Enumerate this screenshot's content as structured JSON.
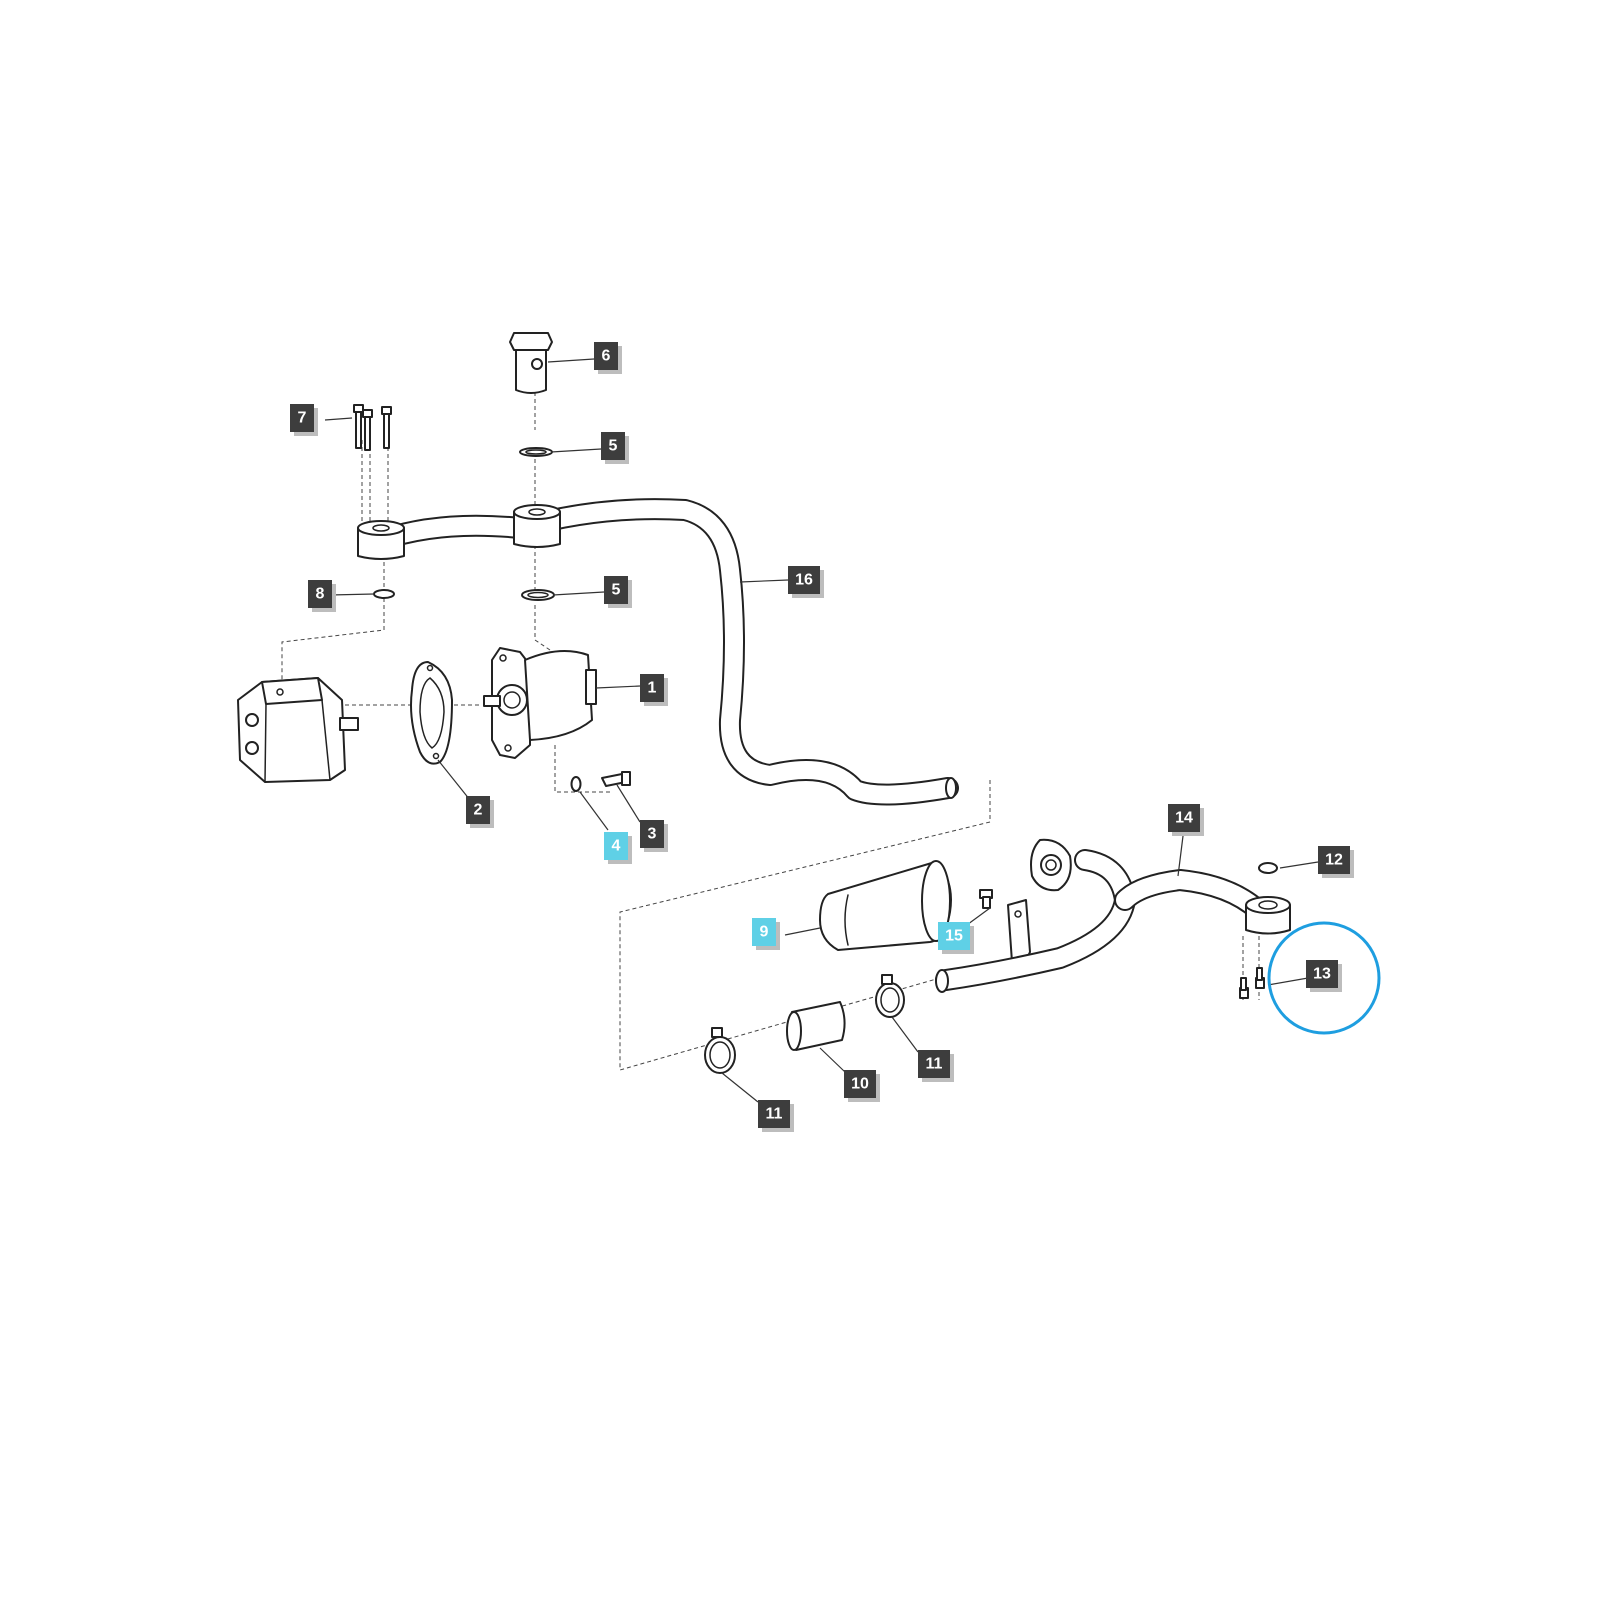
{
  "labels": {
    "l1": "1",
    "l2": "2",
    "l3": "3",
    "l4": "4",
    "l5a": "5",
    "l5b": "5",
    "l6": "6",
    "l7": "7",
    "l8": "8",
    "l9": "9",
    "l10": "10",
    "l11a": "11",
    "l11b": "11",
    "l12": "12",
    "l13": "13",
    "l14": "14",
    "l15": "15",
    "l16": "16"
  },
  "colors": {
    "label_dark": "#3d3d3d",
    "label_highlight": "#5fd0e6",
    "circle_highlight": "#1e9ee0"
  },
  "highlighted_items": [
    "4",
    "9",
    "15"
  ],
  "circled_item": "13"
}
